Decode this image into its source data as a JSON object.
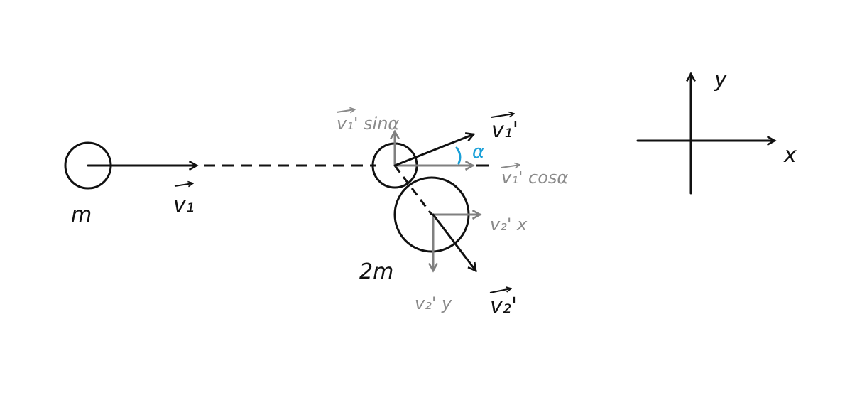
{
  "labels": {
    "mass_small": "m",
    "mass_large": "2m",
    "v1": "v₁",
    "v1_prime": "v₁'",
    "v2_prime": "v₂'",
    "v1p_sin": "v₁' sinα",
    "v1p_cos": "v₁' cosα",
    "v2x": "v₂' x",
    "v2y": "v₂' y",
    "alpha": "α",
    "axis_x": "x",
    "axis_y": "y"
  },
  "colors": {
    "ink": "#111111",
    "component": "#808080",
    "angle": "#1aa0d8"
  }
}
